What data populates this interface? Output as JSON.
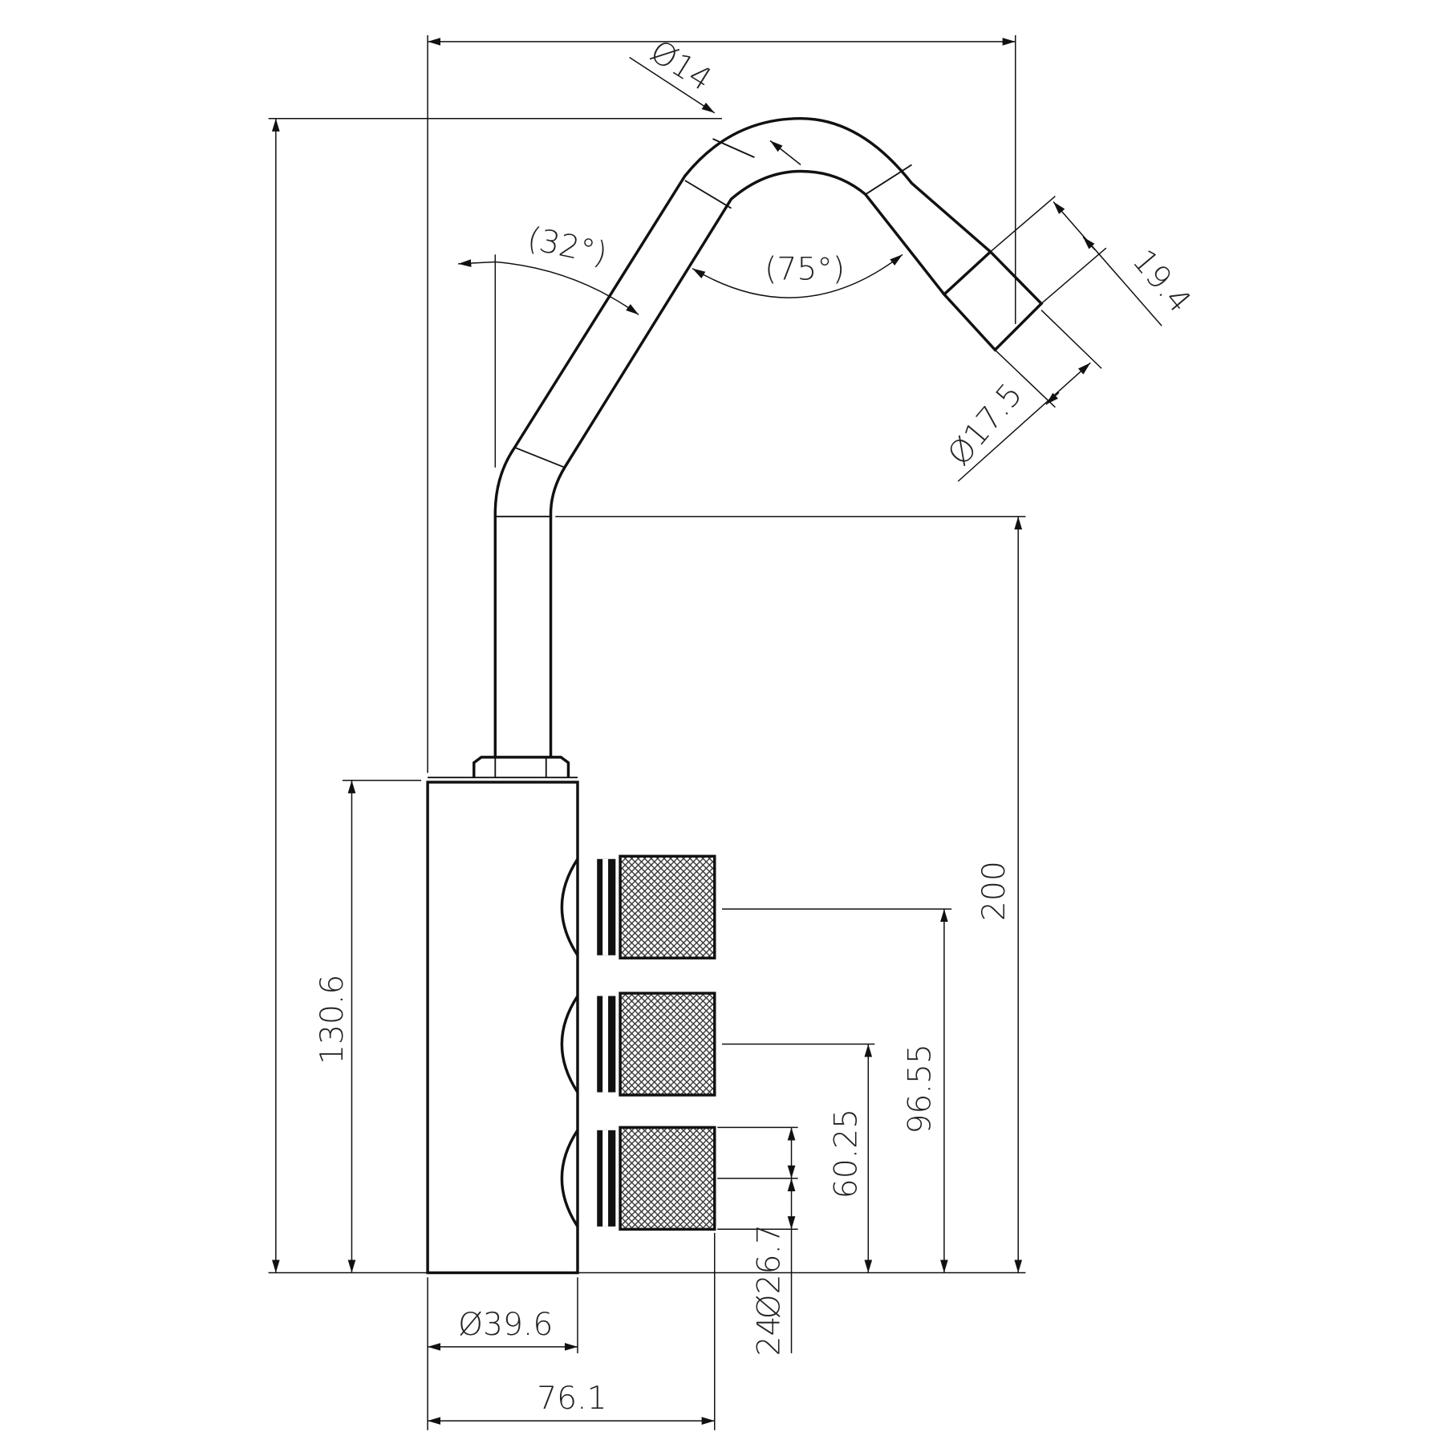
{
  "drawing": {
    "subject": "faucet",
    "dimensions": {
      "top_width": "",
      "pipe_diameter": "Ø14",
      "angle_top": "(32°)",
      "angle_inner": "(75°)",
      "spout_length": "19.4",
      "spout_diameter": "Ø17.5",
      "spout_height": "200",
      "body_height": "130.6",
      "knob1_height": "96.55",
      "knob2_height": "60.25",
      "knob_width": "24",
      "knob_diameter": "Ø26.7",
      "body_diameter": "Ø39.6",
      "overall_depth": "76.1"
    },
    "line_color": "#111111",
    "background": "#ffffff"
  }
}
